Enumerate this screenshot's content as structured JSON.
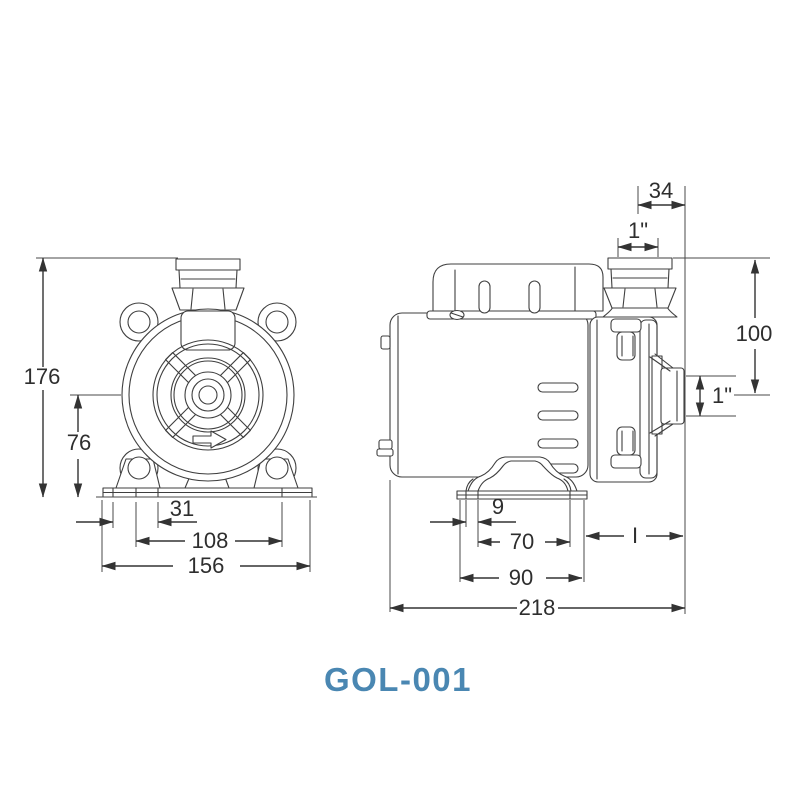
{
  "title": {
    "label": "GOL-001",
    "color": "#4a87b2"
  },
  "palette": {
    "line": "#3f3f3f",
    "dimension_text": "#2e2e2e",
    "background": "#ffffff"
  },
  "front_view": {
    "dims": {
      "overall_height": "176",
      "centerline_height": "76",
      "foot_slot_offset": "31",
      "foot_hole_spacing": "108",
      "base_width": "156"
    }
  },
  "side_view": {
    "dims": {
      "port_centerline_offset": "34",
      "top_port_size": "1\"",
      "port_height": "100",
      "side_port_size": "1\"",
      "base_slot_offset": "9",
      "base_slot_spacing": "70",
      "base_length": "90",
      "overall_length": "218",
      "rear_dim": "I"
    }
  }
}
